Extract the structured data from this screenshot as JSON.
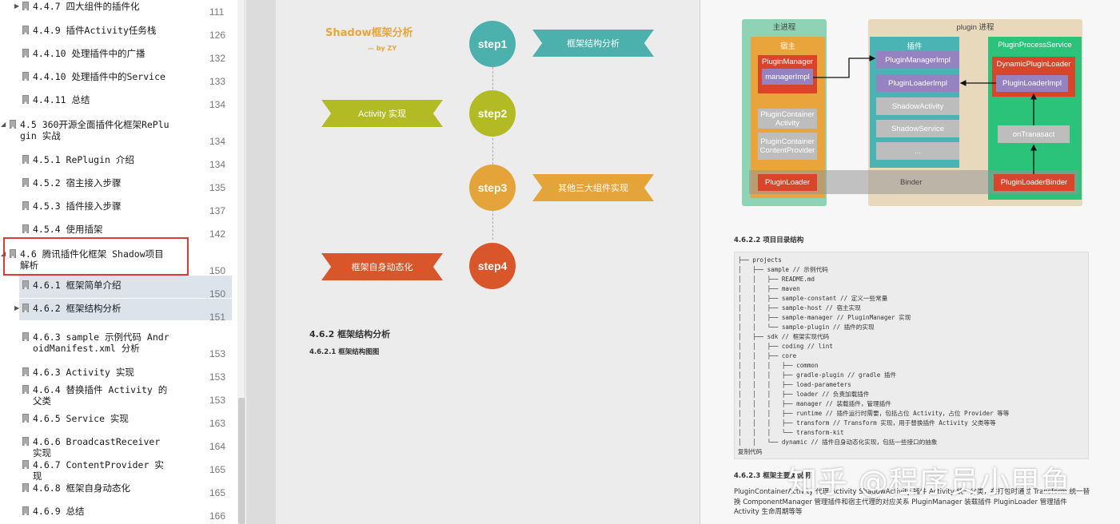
{
  "toc": [
    {
      "label": "4.4.7 四大组件的插件化",
      "page": "111",
      "expand": "▶"
    },
    {
      "label": "4.4.9 插件Activity任务栈",
      "page": "126",
      "expand": ""
    },
    {
      "label": "4.4.10 处理插件中的广播",
      "page": "132",
      "expand": ""
    },
    {
      "label": "4.4.10 处理插件中的Service",
      "page": "133",
      "expand": ""
    },
    {
      "label": "4.4.11 总结",
      "page": "134",
      "expand": ""
    },
    {
      "label": "4.5 360开源全面插件化框架RePlugin 实战",
      "page": "134",
      "expand": "◢"
    },
    {
      "label": "4.5.1 RePlugin 介绍",
      "page": "134",
      "expand": ""
    },
    {
      "label": "4.5.2 宿主接入步骤",
      "page": "135",
      "expand": ""
    },
    {
      "label": "4.5.3 插件接入步骤",
      "page": "137",
      "expand": ""
    },
    {
      "label": "4.5.4 使用插架",
      "page": "142",
      "expand": ""
    },
    {
      "label": "4.6 腾讯插件化框架 Shadow项目解析",
      "page": "150",
      "expand": "◢"
    },
    {
      "label": "4.6.1 框架简单介绍",
      "page": "150",
      "expand": ""
    },
    {
      "label": "4.6.2 框架结构分析",
      "page": "151",
      "expand": "▶"
    },
    {
      "label": "4.6.3 sample 示例代码 AndroidManifest.xml 分析",
      "page": "153",
      "expand": ""
    },
    {
      "label": "4.6.3 Activity 实现",
      "page": "153",
      "expand": ""
    },
    {
      "label": "4.6.4 替换插件 Activity 的父类",
      "page": "153",
      "expand": ""
    },
    {
      "label": "4.6.5 Service 实现",
      "page": "163",
      "expand": ""
    },
    {
      "label": "4.6.6 BroadcastReceiver 实现",
      "page": "164",
      "expand": ""
    },
    {
      "label": "4.6.7 ContentProvider 实现",
      "page": "165",
      "expand": ""
    },
    {
      "label": "4.6.8 框架自身动态化",
      "page": "165",
      "expand": ""
    },
    {
      "label": "4.6.9 总结",
      "page": "166",
      "expand": ""
    }
  ],
  "left_page": {
    "figure_title": "Shadow框架分析",
    "figure_by": "— by ZY",
    "steps": [
      {
        "circle": "step1",
        "ribbon": "框架结构分析",
        "color": "#4cb0ad"
      },
      {
        "circle": "step2",
        "ribbon": "Activity 实现",
        "color": "#b3bb24"
      },
      {
        "circle": "step3",
        "ribbon": "其他三大组件实现",
        "color": "#e4a43a"
      },
      {
        "circle": "step4",
        "ribbon": "框架自身动态化",
        "color": "#d9552a"
      }
    ],
    "heading": "4.6.2 框架结构分析",
    "subheading": "4.6.2.1 框架结构图图"
  },
  "right_page": {
    "arch": {
      "main_process": "主进程",
      "plugin_process": "plugin 进程",
      "host": "宿主",
      "plugin": "插件",
      "plugin_service": "PluginProcessService",
      "plugin_manager": "PluginManager",
      "manager_impl": "managerImpl",
      "container_activity": "PluginContainer Activity",
      "container_provider": "PluginContainer ContentProvider",
      "plugin_loader": "PluginLoader",
      "binder": "Binder",
      "plugin_manager_impl": "PluginManagerImpl",
      "plugin_loader_impl": "PluginLoaderImpl",
      "shadow_activity": "ShadowActivity",
      "shadow_service": "ShadowService",
      "ellipsis": "...",
      "dynamic_loader": "DynamicPluginLoader",
      "plugin_loader_impl2": "PluginLoaderImpl",
      "on_transact": "onTranasact",
      "plugin_loader_binder": "PluginLoaderBinder"
    },
    "h2": "4.6.2.2 项目目录结构",
    "code": [
      "├── projects",
      "│   ├── sample // 示例代码",
      "│   │   ├── README.md",
      "│   │   ├── maven",
      "│   │   ├── sample-constant // 定义一些常量",
      "│   │   ├── sample-host // 宿主实现",
      "│   │   ├── sample-manager // PluginManager 实现",
      "│   │   └── sample-plugin // 插件的实现",
      "│   ├── sdk // 框架实现代码",
      "│   │   ├── coding // lint",
      "│   │   ├── core",
      "│   │   │   ├── common",
      "│   │   │   ├── gradle-plugin // gradle 插件",
      "│   │   │   ├── load-parameters",
      "│   │   │   ├── loader // 负责加载插件",
      "│   │   │   ├── manager // 装载插件，管理插件",
      "│   │   │   ├── runtime // 插件运行时需要，包括占位 Activity，占位 Provider 等等",
      "│   │   │   ├── transform // Transform 实现，用于替换插件 Activity 父类等等",
      "│   │   │   └── transform-kit",
      "│   │   └── dynamic // 插件自身动态化实现，包括一些接口的抽象",
      "复制代码"
    ],
    "h3": "4.6.2.3 框架主要类说明",
    "para": "PluginContainerActivity 代理 Activity ShadowActivity 插件 Activity 统一父类，在打包时通过 Transform 统一替换 ComponentManager 管理插件和宿主代理的对应关系 PluginManager 装载插件 PluginLoader 管理插件 Activity 生命周期等等"
  },
  "watermark": "知乎 @程序员小甲鱼"
}
